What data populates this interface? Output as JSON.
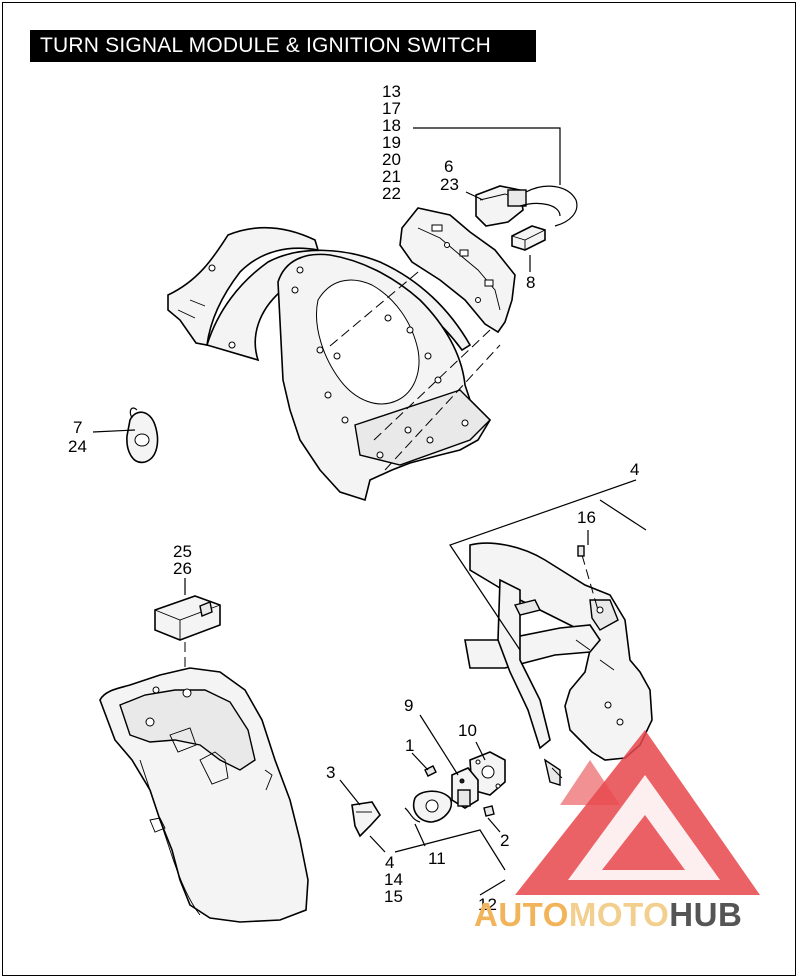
{
  "title": "TURN SIGNAL MODULE & IGNITION SWITCH",
  "callouts": {
    "c13": "13",
    "c17": "17",
    "c18": "18",
    "c19": "19",
    "c20": "20",
    "c21": "21",
    "c22": "22",
    "c6": "6",
    "c23": "23",
    "c8": "8",
    "c7": "7",
    "c24": "24",
    "c4a": "4",
    "c16": "16",
    "c25": "25",
    "c26": "26",
    "c9": "9",
    "c10": "10",
    "c1": "1",
    "c3": "3",
    "c2": "2",
    "c11": "11",
    "c4b": "4",
    "c14": "14",
    "c15": "15",
    "c12": "12"
  },
  "watermark": {
    "part1": "AUTO",
    "part2": "MOTO",
    "part3": "HUB"
  },
  "colors": {
    "watermark_red": "#e8474b",
    "watermark_orange": "#f1b45a",
    "watermark_grey": "#555555"
  }
}
